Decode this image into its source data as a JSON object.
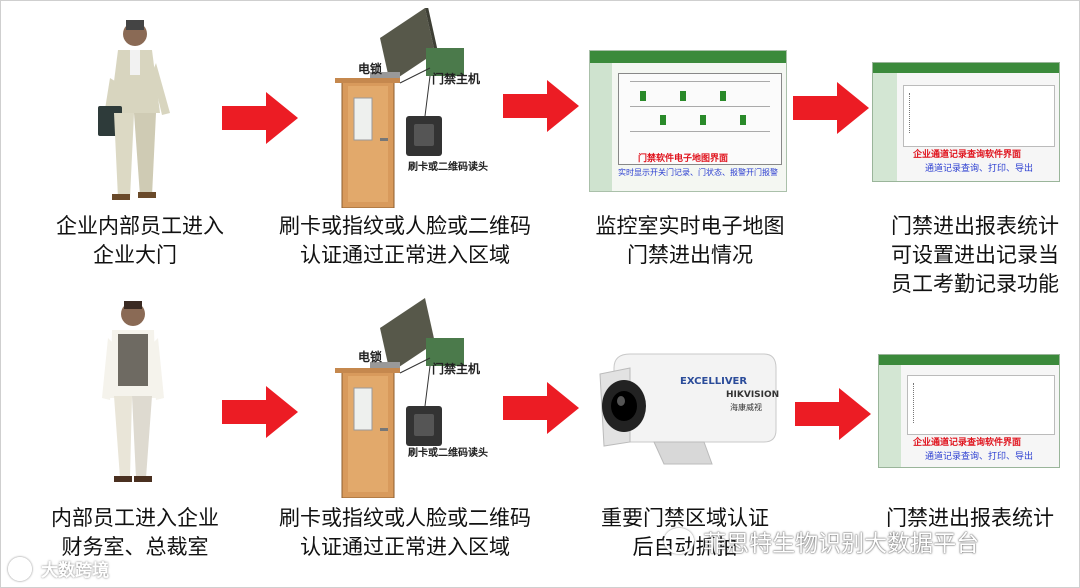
{
  "row1": {
    "step1": [
      "企业内部员工进入",
      "企业大门"
    ],
    "step2": [
      "刷卡或指纹或人脸或二维码",
      "认证通过正常进入区域"
    ],
    "step3": [
      "监控室实时电子地图",
      "门禁进出情况"
    ],
    "step4": [
      "门禁进出报表统计",
      "可设置进出记录当",
      "员工考勤记录功能"
    ],
    "device_labels": {
      "lock": "电锁",
      "host": "门禁主机",
      "reader": "刷卡或二维码读头"
    },
    "map_overlay": {
      "red": "门禁软件电子地图界面",
      "blue": "实时显示开关门记录、门状态、报警开门报警"
    },
    "report_overlay": {
      "red": "企业通道记录查询软件界面",
      "blue": "通道记录查询、打印、导出"
    }
  },
  "row2": {
    "step1": [
      "内部员工进入企业",
      "财务室、总裁室"
    ],
    "step2": [
      "刷卡或指纹或人脸或二维码",
      "认证通过正常进入区域"
    ],
    "step3": [
      "重要门禁区域认证",
      "后自动抓拍"
    ],
    "step4": [
      "门禁进出报表统计"
    ],
    "device_labels": {
      "lock": "电锁",
      "host": "门禁主机",
      "reader": "刷卡或二维码读头"
    },
    "camera_brand": "EXCELLIVER",
    "camera_brand2": "HIKVISION",
    "camera_brand3": "海康威视",
    "report_overlay": {
      "red": "企业通道记录查询软件界面",
      "blue": "通道记录查询、打印、导出"
    }
  },
  "watermarks": {
    "left": "大数跨境",
    "right": "菲思特生物识别大数据平台"
  },
  "colors": {
    "arrow": "#ec1c24",
    "text": "#111111",
    "door": "#d89a5c"
  }
}
